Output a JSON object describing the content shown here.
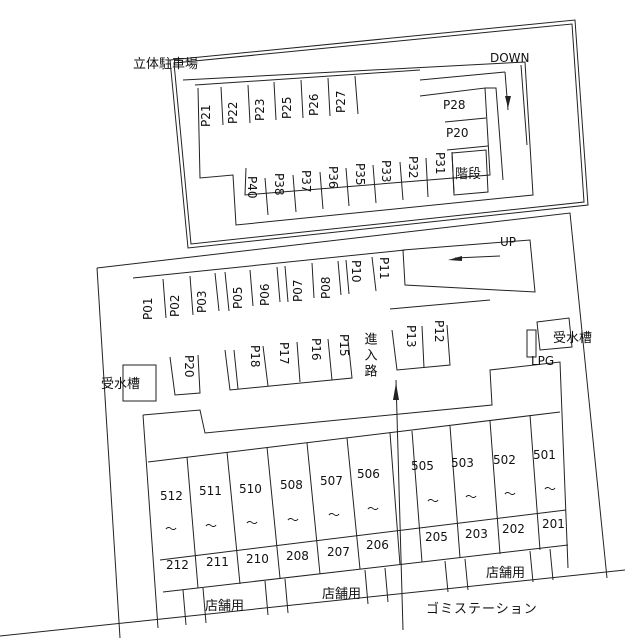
{
  "title": "立体駐車場",
  "upper_deck": {
    "direction_label": "DOWN",
    "stairs_label": "階段",
    "top_row": [
      "P21",
      "P22",
      "P23",
      "P25",
      "P26",
      "P27"
    ],
    "right_side": [
      "P28",
      "P20"
    ],
    "bottom_row": [
      "P40",
      "P38",
      "P37",
      "P36",
      "P35",
      "P33",
      "P32",
      "P31"
    ]
  },
  "ground": {
    "direction_label": "UP",
    "entrance_label": "進入路",
    "water_tank_left": "受水槽",
    "water_tank_right": "受水槽",
    "lpg_label": "LPG",
    "top_row": [
      "P01",
      "P02",
      "P03",
      "P05",
      "P06",
      "P07",
      "P08",
      "P10",
      "P11"
    ],
    "middle_row": [
      "P20",
      "P18",
      "P17",
      "P16",
      "P15"
    ],
    "right_pair": [
      "P13",
      "P12"
    ]
  },
  "units": [
    {
      "top": "512",
      "sep": "～",
      "bottom": "212"
    },
    {
      "top": "511",
      "sep": "～",
      "bottom": "211"
    },
    {
      "top": "510",
      "sep": "～",
      "bottom": "210"
    },
    {
      "top": "508",
      "sep": "～",
      "bottom": "208"
    },
    {
      "top": "507",
      "sep": "～",
      "bottom": "207"
    },
    {
      "top": "506",
      "sep": "～",
      "bottom": "206"
    },
    {
      "top": "505",
      "sep": "～",
      "bottom": "205"
    },
    {
      "top": "503",
      "sep": "～",
      "bottom": "203"
    },
    {
      "top": "502",
      "sep": "～",
      "bottom": "202"
    },
    {
      "top": "501",
      "sep": "～",
      "bottom": "201"
    }
  ],
  "shops": [
    "店舗用",
    "店舗用",
    "店舗用"
  ],
  "garbage_label": "ゴミステーション"
}
